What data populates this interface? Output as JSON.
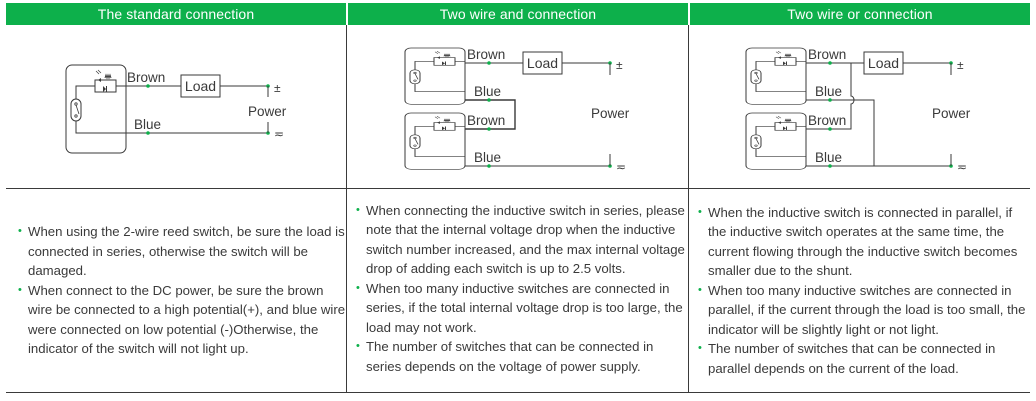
{
  "colors": {
    "accent": "#0db04b",
    "line": "#3a3a3a",
    "header_text": "#ffffff"
  },
  "columns": [
    {
      "header": "The standard connection",
      "diagram": {
        "labels": {
          "brown": "Brown",
          "blue": "Blue",
          "load": "Load",
          "power": "Power",
          "plus": "±",
          "minus": "≂"
        }
      },
      "notes": [
        "When using the 2-wire reed switch, be sure the load is connected in series, otherwise the switch will be damaged.",
        "When connect to the DC power, be sure the brown wire be connected to a high potential(+), and blue wire were connected on low potential (-)Otherwise, the indicator of the switch will not light up."
      ]
    },
    {
      "header": "Two wire and connection",
      "diagram": {
        "labels": {
          "brown": "Brown",
          "blue": "Blue",
          "load": "Load",
          "power": "Power",
          "plus": "±",
          "minus": "≂"
        }
      },
      "notes": [
        "When connecting the inductive switch in series, please note that the internal voltage drop when the inductive switch number increased, and the max internal voltage drop of adding each switch is up to 2.5 volts.",
        "When too many inductive switches are connected in series, if the total internal voltage drop is too large, the load may not work.",
        "The number of switches that can be connected in series depends on the voltage of power supply."
      ]
    },
    {
      "header": "Two wire or connection",
      "diagram": {
        "labels": {
          "brown": "Brown",
          "blue": "Blue",
          "load": "Load",
          "power": "Power",
          "plus": "±",
          "minus": "≂"
        }
      },
      "notes": [
        "When the inductive switch is connected in parallel, if the inductive switch operates at the same time, the current flowing through the inductive switch becomes smaller due to the shunt.",
        "When too many inductive switches are connected in parallel, if the current through the load is too small, the indicator will be slightly light or not light.",
        "The number of switches that can be connected in parallel depends on the current of the load."
      ]
    }
  ]
}
